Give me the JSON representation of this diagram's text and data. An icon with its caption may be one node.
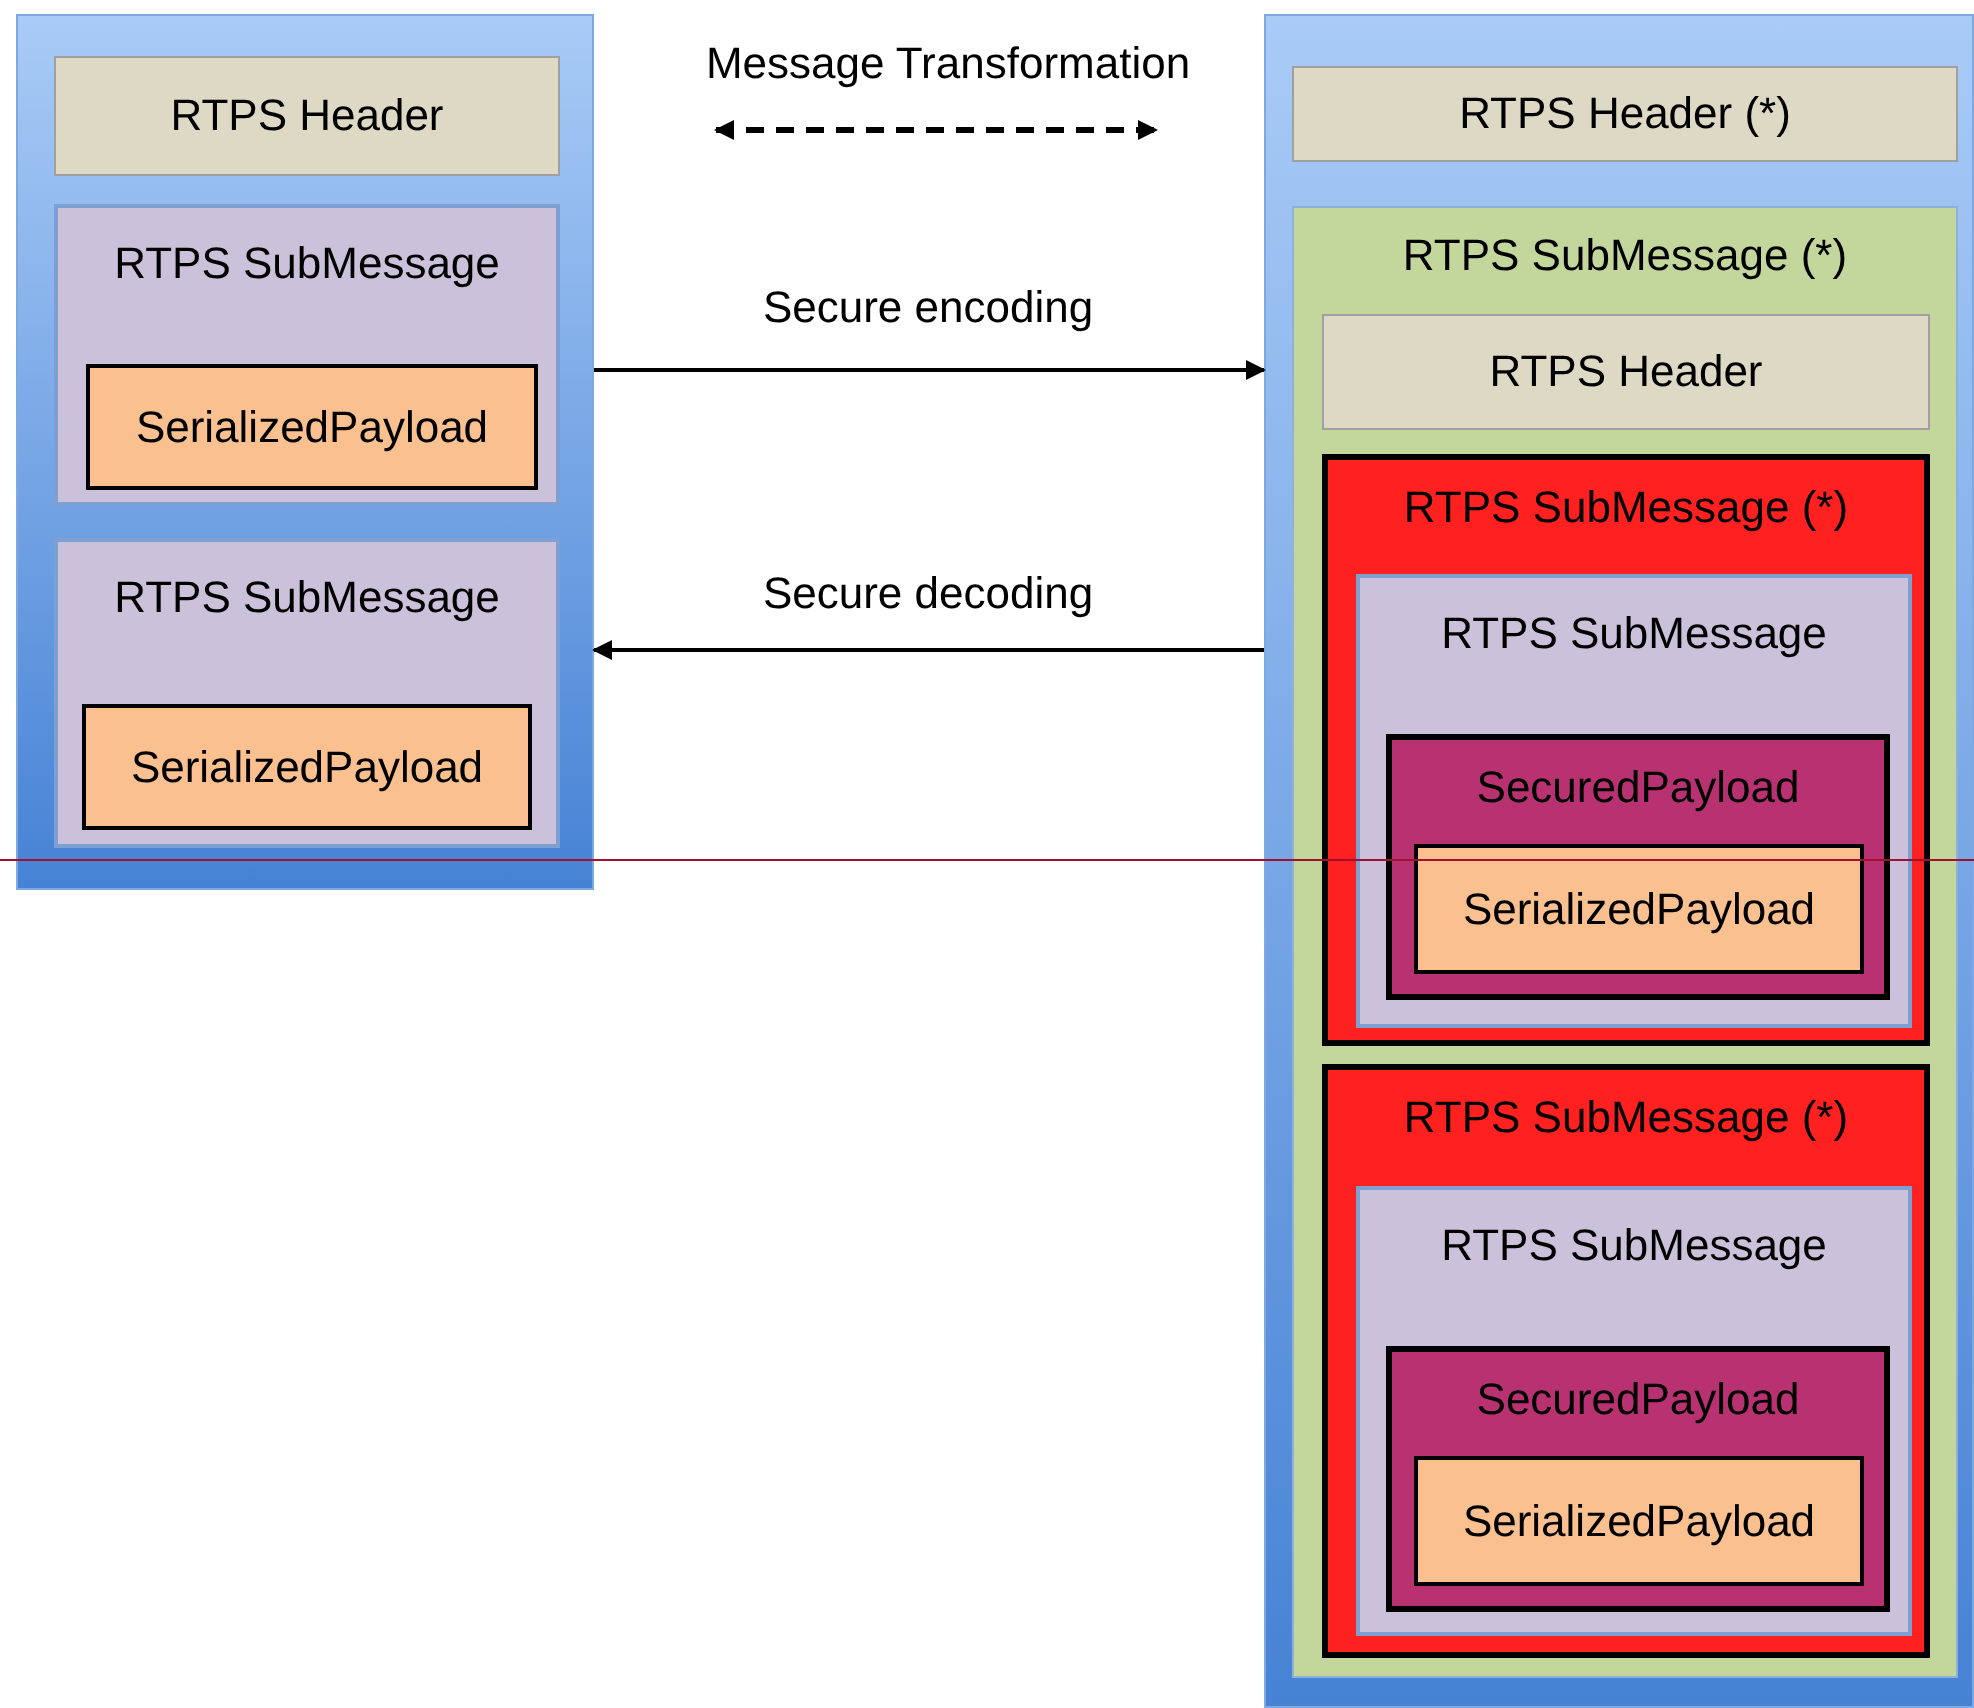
{
  "diagram": {
    "nodes": [
      {
        "text": [],
        "shape": "box"
      },
      {
        "text": [
          "RTPS Header"
        ],
        "in": 0
      },
      {
        "text": [
          "RTPS SubMessage"
        ],
        "in": 0
      },
      {
        "text": [
          "SerializedPayload"
        ],
        "in": 2
      },
      {
        "text": [
          "RTPS SubMessage"
        ],
        "in": 0
      },
      {
        "text": [
          "SerializedPayload"
        ],
        "in": 4
      },
      {
        "text": [],
        "shape": "box"
      },
      {
        "text": [
          "RTPS Header (*)"
        ],
        "in": 6
      },
      {
        "text": [
          "RTPS SubMessage (*)"
        ],
        "in": 6
      },
      {
        "text": [
          "RTPS Header"
        ],
        "in": 8
      },
      {
        "text": [
          "RTPS SubMessage (*)"
        ],
        "in": 8
      },
      {
        "text": [
          "RTPS SubMessage"
        ],
        "in": 10
      },
      {
        "text": [
          "SecuredPayload"
        ],
        "in": 11
      },
      {
        "text": [
          "SerializedPayload"
        ],
        "in": 12
      },
      {
        "text": [
          "RTPS SubMessage (*)"
        ],
        "in": 8
      },
      {
        "text": [
          "RTPS SubMessage"
        ],
        "in": 14
      },
      {
        "text": [
          "SecuredPayload"
        ],
        "in": 15
      },
      {
        "text": [
          "SerializedPayload"
        ],
        "in": 16
      }
    ],
    "edges": [
      {
        "from": 0,
        "to": 6,
        "arrow": "to",
        "label": "Secure encoding"
      },
      {
        "from": 6,
        "to": 0,
        "arrow": "to",
        "label": "Secure decoding"
      }
    ],
    "labels": [
      "Message Transformation"
    ]
  }
}
